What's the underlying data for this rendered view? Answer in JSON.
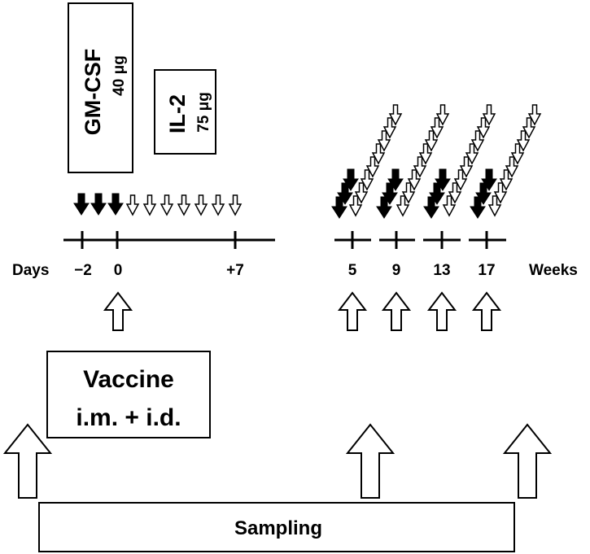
{
  "gmcsf": {
    "name": "GM-CSF",
    "dose": "40 μg"
  },
  "il2": {
    "name": "IL-2",
    "dose": "75 μg"
  },
  "days_axis": {
    "label": "Days",
    "ticks": [
      "−2",
      "0",
      "+7"
    ]
  },
  "weeks_axis": {
    "label": "Weeks",
    "ticks": [
      "5",
      "9",
      "13",
      "17"
    ]
  },
  "vaccine": {
    "line1": "Vaccine",
    "line2": "i.m. + i.d."
  },
  "sampling": {
    "label": "Sampling"
  },
  "icons": {
    "gmcsf_dose": "filled-down-arrow-icon",
    "il2_dose": "hollow-down-arrow-icon",
    "vaccination": "up-arrow-icon",
    "sampling_point": "large-up-arrow-icon"
  },
  "colors": {
    "ink": "#000000",
    "background": "#ffffff"
  }
}
